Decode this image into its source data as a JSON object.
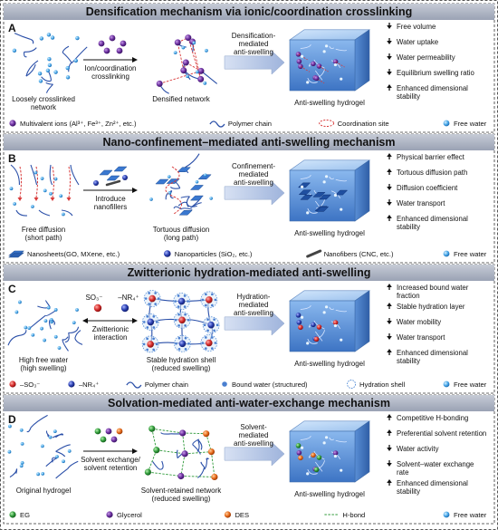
{
  "colors": {
    "title_bar": "#a3aabb",
    "panel_border": "#333333",
    "arrow_fill": "#b7c8e6",
    "hydrogel_blue": "#4a86d4",
    "ion_purple": "#6b2f9e",
    "polymer_chain": "#2a4fa8",
    "crosslink_red": "#d83a3a",
    "water_blue": "#4aa8e8",
    "eg_green": "#2f9a3a",
    "des_orange": "#e86a1a",
    "so3_red": "#d62b2b",
    "nr4_blue": "#2a3fb0"
  },
  "panels": [
    {
      "letter": "A",
      "title": "Densification mechanism via ionic/coordination crosslinking",
      "left_caption": [
        "Loosely crosslinked",
        "network"
      ],
      "process_label": [
        "Ion/coordination",
        "crosslinking"
      ],
      "mid_caption": [
        "Densified network"
      ],
      "arrow_label": [
        "Densification-",
        "mediated",
        "anti-swelling"
      ],
      "gel_caption": "Anti-swelling hydrogel",
      "effects": [
        {
          "dir": "down",
          "text": [
            "Free volume"
          ]
        },
        {
          "dir": "down",
          "text": [
            "Water uptake"
          ]
        },
        {
          "dir": "down",
          "text": [
            "Water permeability"
          ]
        },
        {
          "dir": "down",
          "text": [
            "Equilibrium swelling ratio"
          ]
        },
        {
          "dir": "up",
          "text": [
            "Enhanced dimensional",
            "stability"
          ]
        }
      ],
      "legend": [
        {
          "icon": "purple-ion-icon",
          "text": "Multivalent ions (Al³⁺, Fe³⁺, Zn²⁺, etc.)"
        },
        {
          "icon": "polymer-chain-icon",
          "text": "Polymer chain"
        },
        {
          "icon": "coordination-site-icon",
          "text": "Coordination site"
        },
        {
          "icon": "free-water-icon",
          "text": "Free water"
        }
      ]
    },
    {
      "letter": "B",
      "title": "Nano-confinement–mediated anti-swelling mechanism",
      "left_caption": [
        "Free diffusion",
        "(short path)"
      ],
      "process_label": [
        "Introduce",
        "nanofillers"
      ],
      "mid_caption": [
        "Tortuous diffusion",
        "(long path)"
      ],
      "arrow_label": [
        "Confinement-",
        "mediated",
        "anti-swelling"
      ],
      "gel_caption": "Anti-swelling hydrogel",
      "effects": [
        {
          "dir": "up",
          "text": [
            "Physical barrier effect"
          ]
        },
        {
          "dir": "up",
          "text": [
            "Tortuous diffusion path"
          ]
        },
        {
          "dir": "down",
          "text": [
            "Diffusion coefficient"
          ]
        },
        {
          "dir": "down",
          "text": [
            "Water transport"
          ]
        },
        {
          "dir": "up",
          "text": [
            "Enhanced dimensional",
            "stability"
          ]
        }
      ],
      "legend": [
        {
          "icon": "nanosheet-icon",
          "text": "Nanosheets(GO, MXene, etc.)"
        },
        {
          "icon": "nanoparticle-icon",
          "text": "Nanoparticles (SiO₂, etc.)"
        },
        {
          "icon": "nanofiber-icon",
          "text": "Nanofibers (CNC, etc.)"
        },
        {
          "icon": "free-water-icon",
          "text": "Free water"
        }
      ]
    },
    {
      "letter": "C",
      "title": "Zwitterionic hydration-mediated anti-swelling",
      "left_caption": [
        "High free water",
        "(high swelling)"
      ],
      "process_label": [
        "Zwitterionic",
        "interaction"
      ],
      "mid_caption": [
        "Stable hydration shell",
        "(reduced swelling)"
      ],
      "arrow_label": [
        "Hydration-",
        "mediated",
        "anti-swelling"
      ],
      "gel_caption": "Anti-swelling hydrogel",
      "so3_label": "SO₃⁻",
      "nr4_label": "–NR₄⁺",
      "effects": [
        {
          "dir": "up",
          "text": [
            "Increased bound water",
            "fraction"
          ]
        },
        {
          "dir": "up",
          "text": [
            "Stable hydration layer"
          ]
        },
        {
          "dir": "down",
          "text": [
            "Water mobility"
          ]
        },
        {
          "dir": "down",
          "text": [
            "Water transport"
          ]
        },
        {
          "dir": "up",
          "text": [
            "Enhanced dimensional",
            "stability"
          ]
        }
      ],
      "legend": [
        {
          "icon": "so3-icon",
          "text": "–SO₃⁻"
        },
        {
          "icon": "nr4-icon",
          "text": "–NR₄⁺"
        },
        {
          "icon": "polymer-chain-icon",
          "text": "Polymer chain"
        },
        {
          "icon": "bound-water-icon",
          "text": "Bound water (structured)"
        },
        {
          "icon": "hydration-shell-icon",
          "text": "Hydration shell"
        },
        {
          "icon": "free-water-icon",
          "text": "Free water"
        }
      ]
    },
    {
      "letter": "D",
      "title": "Solvation-mediated anti-water-exchange mechanism",
      "left_caption": [
        "Original hydrogel"
      ],
      "process_label": [
        "Solvent exchange/",
        "solvent retention"
      ],
      "mid_caption": [
        "Solvent-retained network",
        "(reduced swelling)"
      ],
      "arrow_label": [
        "Solvent-",
        "mediated",
        "anti-swelling"
      ],
      "gel_caption": "Anti-swelling hydrogel",
      "effects": [
        {
          "dir": "up",
          "text": [
            "Competitive H-bonding"
          ]
        },
        {
          "dir": "up",
          "text": [
            "Preferential solvent retention"
          ]
        },
        {
          "dir": "down",
          "text": [
            "Water activity"
          ]
        },
        {
          "dir": "down",
          "text": [
            "Solvent–water exchange",
            "rate"
          ]
        },
        {
          "dir": "up",
          "text": [
            "Enhanced dimensional",
            "stability"
          ]
        }
      ],
      "legend": [
        {
          "icon": "eg-icon",
          "text": "EG"
        },
        {
          "icon": "glycerol-icon",
          "text": "Glycerol"
        },
        {
          "icon": "des-icon",
          "text": "DES"
        },
        {
          "icon": "h-bond-icon",
          "text": "H-bond"
        },
        {
          "icon": "free-water-icon",
          "text": "Free water"
        }
      ]
    }
  ]
}
